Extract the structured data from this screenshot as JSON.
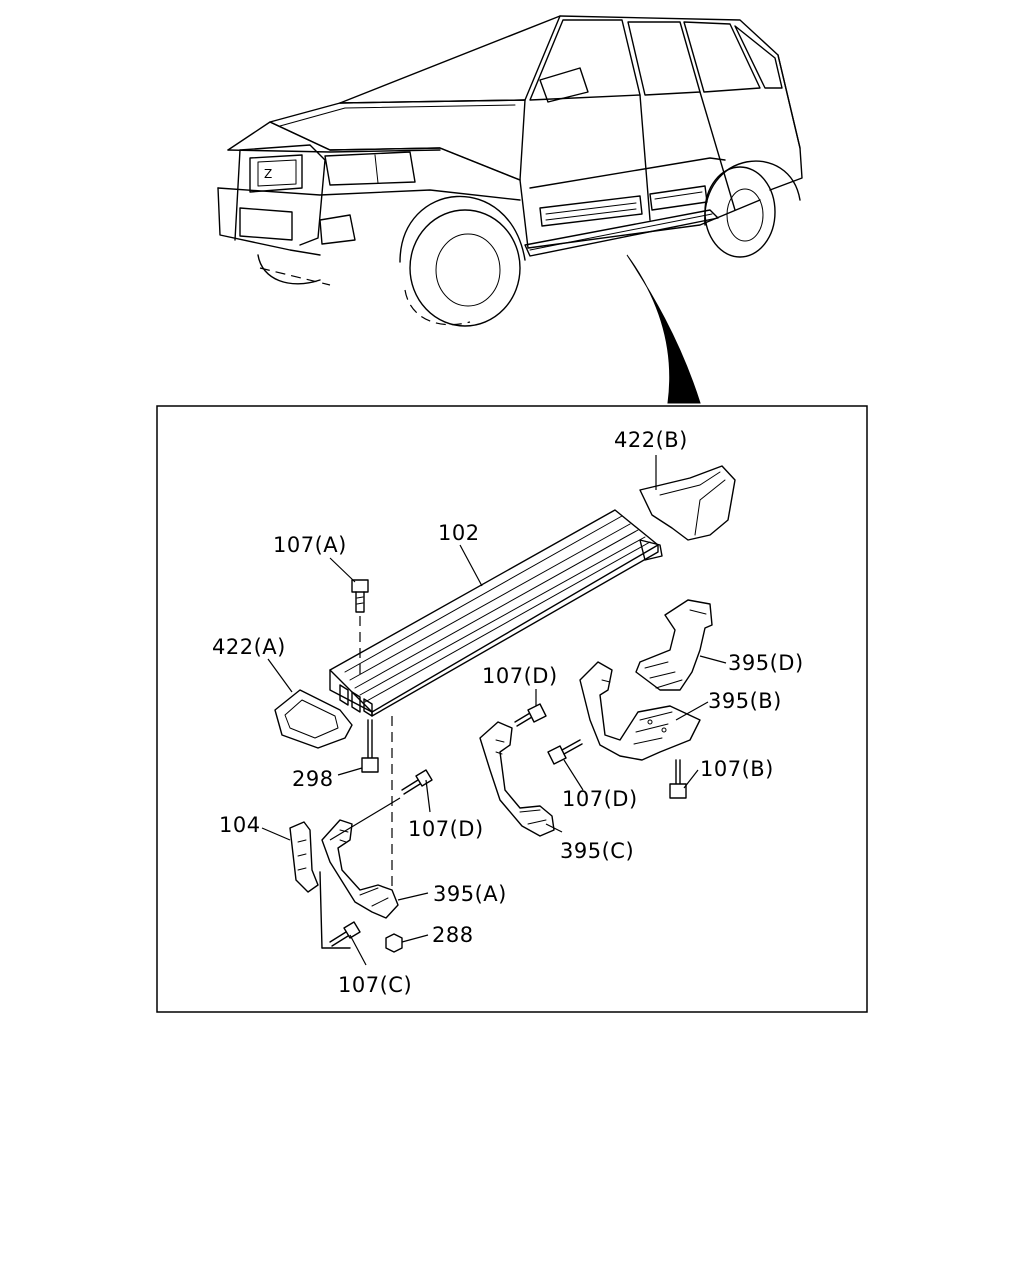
{
  "callouts": {
    "c_422b": "422(B)",
    "c_102": "102",
    "c_107a": "107(A)",
    "c_422a": "422(A)",
    "c_107d_top": "107(D)",
    "c_395d": "395(D)",
    "c_395b": "395(B)",
    "c_298": "298",
    "c_107b": "107(B)",
    "c_107d_mid": "107(D)",
    "c_104": "104",
    "c_107d_left": "107(D)",
    "c_395c": "395(C)",
    "c_395a": "395(A)",
    "c_288": "288",
    "c_107c": "107(C)"
  },
  "icons": {
    "vehicle": "suv-vehicle-illustration",
    "pointer": "callout-pointer-arrow",
    "frame": "detail-frame"
  },
  "colors": {
    "ink": "#000000",
    "paper": "#ffffff"
  }
}
